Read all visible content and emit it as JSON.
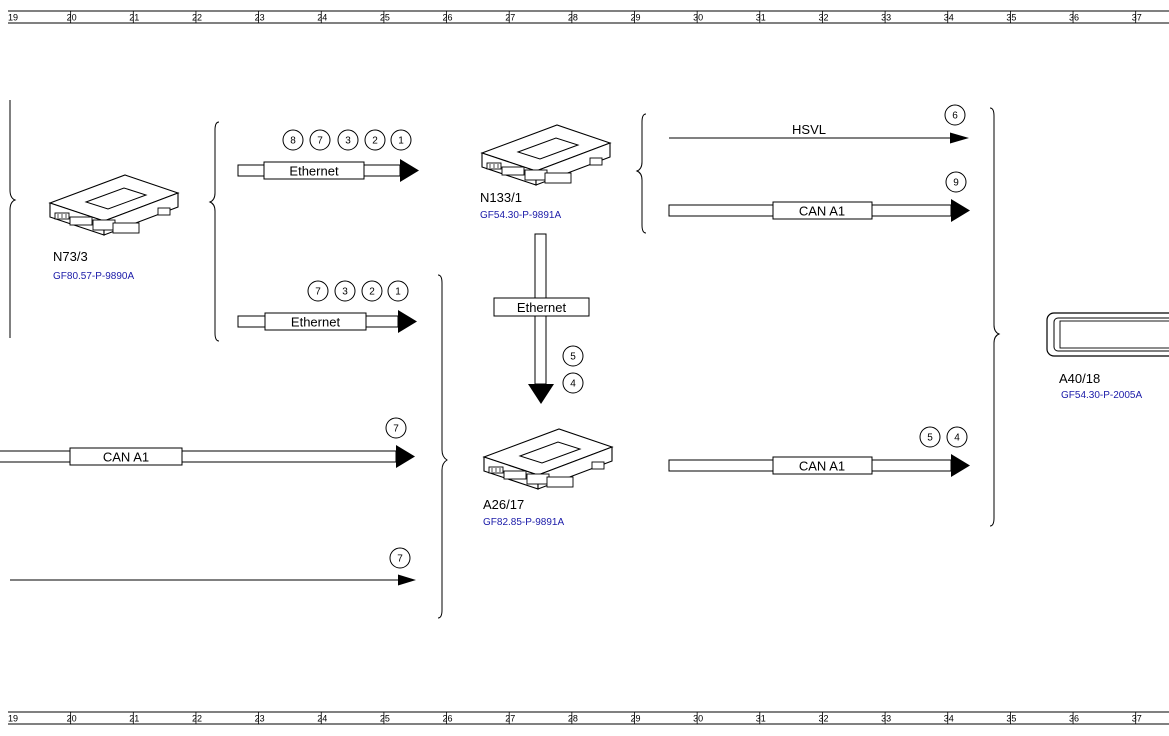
{
  "ruler": {
    "numbers": [
      "19",
      "20",
      "21",
      "22",
      "23",
      "24",
      "25",
      "26",
      "27",
      "28",
      "29",
      "30",
      "31",
      "32",
      "33",
      "34",
      "35",
      "36",
      "37"
    ]
  },
  "components": {
    "n73_3": {
      "label": "N73/3",
      "doc": "GF80.57-P-9890A"
    },
    "n133_1": {
      "label": "N133/1",
      "doc": "GF54.30-P-9891A"
    },
    "a26_17": {
      "label": "A26/17",
      "doc": "GF82.85-P-9891A"
    },
    "a40_18": {
      "label": "A40/18",
      "doc": "GF54.30-P-2005A"
    }
  },
  "signals": {
    "eth_top": {
      "label": "Ethernet",
      "circles": [
        "8",
        "7",
        "3",
        "2",
        "1"
      ]
    },
    "eth_mid": {
      "label": "Ethernet",
      "circles": [
        "7",
        "3",
        "2",
        "1"
      ]
    },
    "can_left": {
      "label": "CAN A1",
      "circles": [
        "7"
      ]
    },
    "plain_left": {
      "circles": [
        "7"
      ]
    },
    "eth_vertical": {
      "label": "Ethernet",
      "circles": [
        "5",
        "4"
      ]
    },
    "hsvl": {
      "label": "HSVL",
      "circles": [
        "6"
      ]
    },
    "can_right_top": {
      "label": "CAN A1",
      "circles": [
        "9"
      ]
    },
    "can_right_bottom": {
      "label": "CAN A1",
      "circles": [
        "5",
        "4"
      ]
    }
  },
  "colors": {
    "line": "#000000",
    "doc_link": "#1a1aa8",
    "background": "#ffffff"
  }
}
